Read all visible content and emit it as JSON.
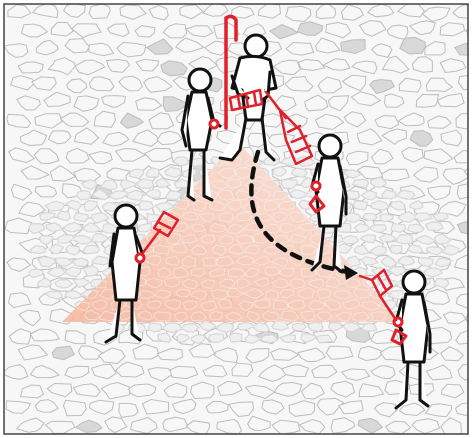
{
  "scene": {
    "colors": {
      "frame": "#444444",
      "ground_fill": "#f7f7f7",
      "ground_line": "#bdbdbd",
      "ground_shadow": "#d8d8d8",
      "compacted_line": "#a8a8a8",
      "triangle_near": "#f5b49a",
      "triangle_far": "#fbe3d8",
      "figure_stroke": "#111111",
      "tool_red": "#e0202a",
      "arrow": "#111111"
    },
    "figures": [
      {
        "name": "worker-left",
        "role": "holding pole compactor"
      },
      {
        "name": "worker-top-left",
        "role": "holding pole compactor"
      },
      {
        "name": "worker-top-center",
        "role": "operating tamper with handle"
      },
      {
        "name": "worker-right-middle",
        "role": "holding pole compactor"
      },
      {
        "name": "worker-bottom-right",
        "role": "holding pole compactor"
      }
    ],
    "path_arrow": {
      "style": "dashed",
      "direction": "clockwise"
    }
  }
}
